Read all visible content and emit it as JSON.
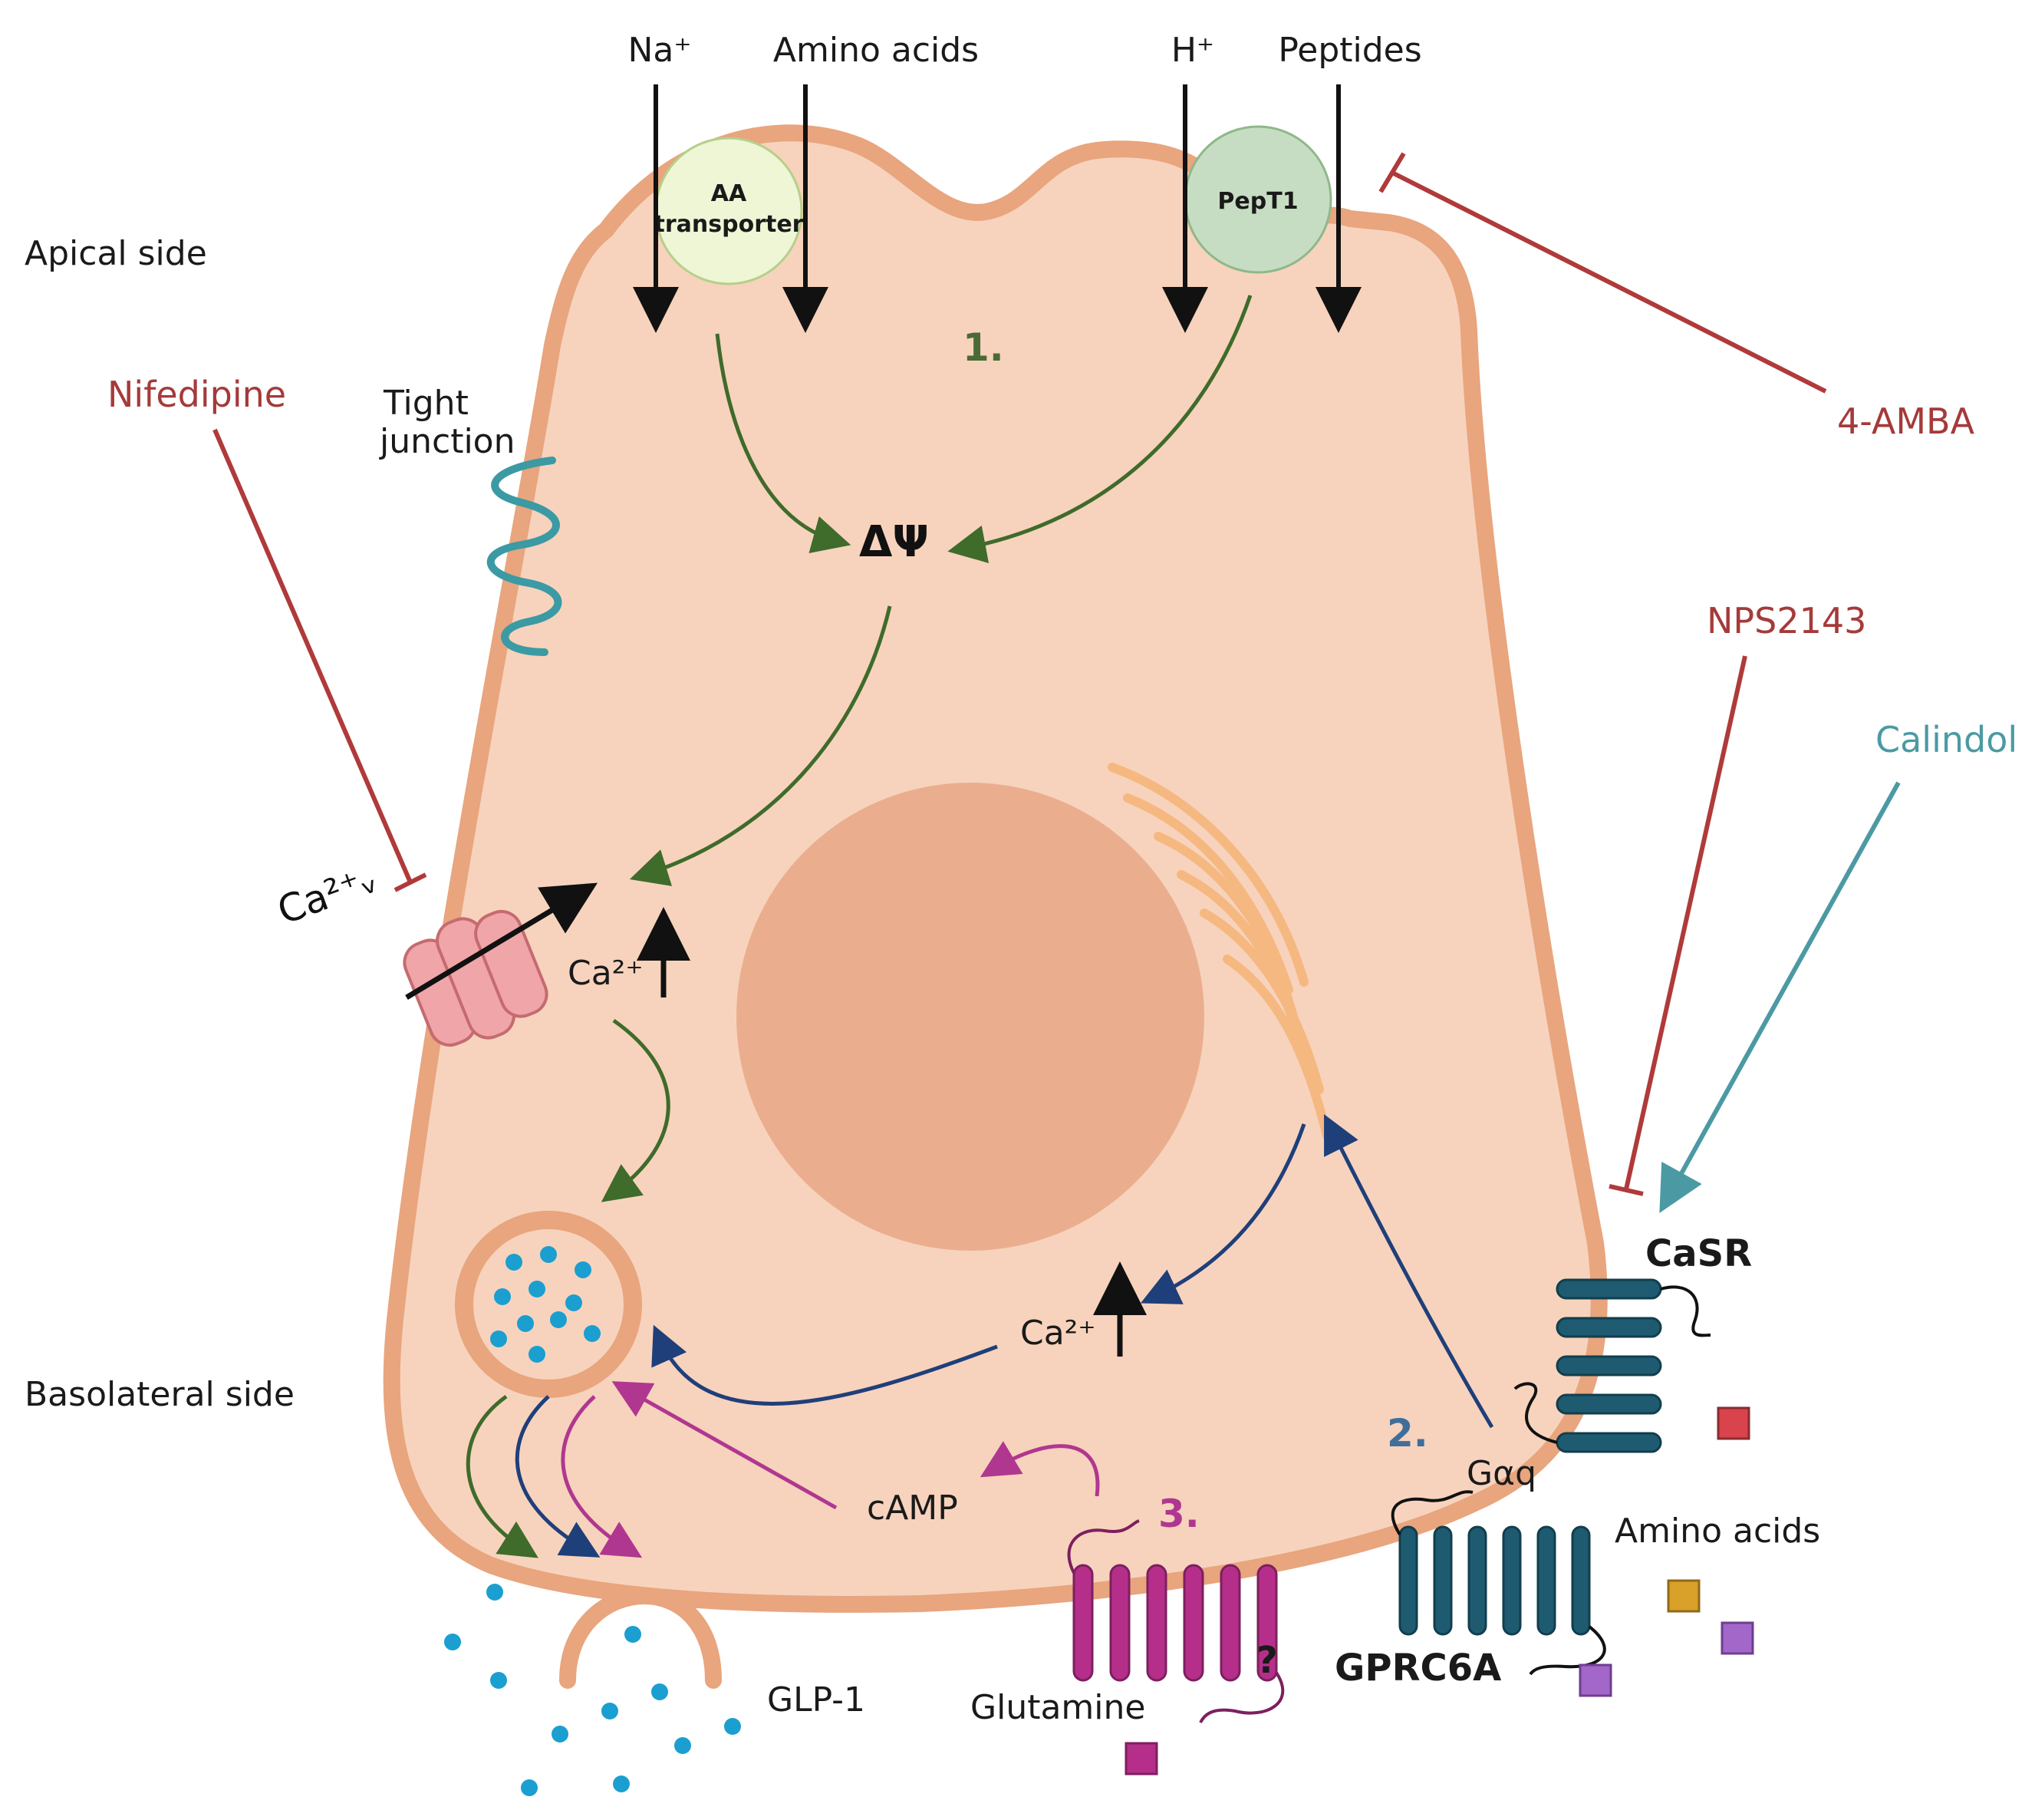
{
  "labels": {
    "na": "Na⁺",
    "amino_acids_top": "Amino acids",
    "h": "H⁺",
    "peptides": "Peptides",
    "aa_transporter_1": "AA",
    "aa_transporter_2": "transporter",
    "pept1": "PepT1",
    "apical_side": "Apical side",
    "step1": "1.",
    "amba": "4-AMBA",
    "nifedipine": "Nifedipine",
    "tight_junction_1": "Tight",
    "tight_junction_2": "junction",
    "delta_psi": "ΔΨ",
    "nps2143": "NPS2143",
    "calindol": "Calindol",
    "ca_v": "Ca²⁺ᵥ",
    "ca_mid": "Ca²⁺",
    "casr": "CaSR",
    "ca_low": "Ca²⁺",
    "basolateral_side": "Basolateral side",
    "step2": "2.",
    "gaq": "Gαq",
    "camp": "cAMP",
    "step3": "3.",
    "amino_acids_bottom": "Amino acids",
    "question": "?",
    "gprc6a": "GPRC6A",
    "glp1": "GLP-1",
    "glutamine": "Glutamine"
  },
  "colors": {
    "cell_fill": "#f7d3bd",
    "cell_membrane": "#e8a57e",
    "nucleus": "#eaae8e",
    "golgi": "#f5b880",
    "pathway_green": "#3f6b2b",
    "pathway_blue": "#1f3f7a",
    "pathway_pink": "#b0378f",
    "inhibitor_red": "#b03a3a",
    "agonist_teal": "#4b9aa3",
    "receptor_teal": "#1e5b70",
    "receptor_pink": "#b52f8a",
    "glp1_dot": "#1a9fd0",
    "channel_pink": "#f0a5a8",
    "transporter_fill_aa": "#eef6d6",
    "transporter_fill_pept": "#c7ddc3",
    "ligand_red": "#d9434b",
    "ligand_orange": "#d9a02a",
    "ligand_purple": "#a267c9",
    "ligand_magenta": "#b52f8a"
  },
  "icons": {
    "tight_junction": "tight-junction-icon",
    "calcium_channel": "calcium-channel-icon",
    "golgi": "golgi-icon",
    "nucleus": "nucleus-icon",
    "vesicle": "glp1-vesicle-icon",
    "exocytosis": "exocytosis-icon"
  }
}
